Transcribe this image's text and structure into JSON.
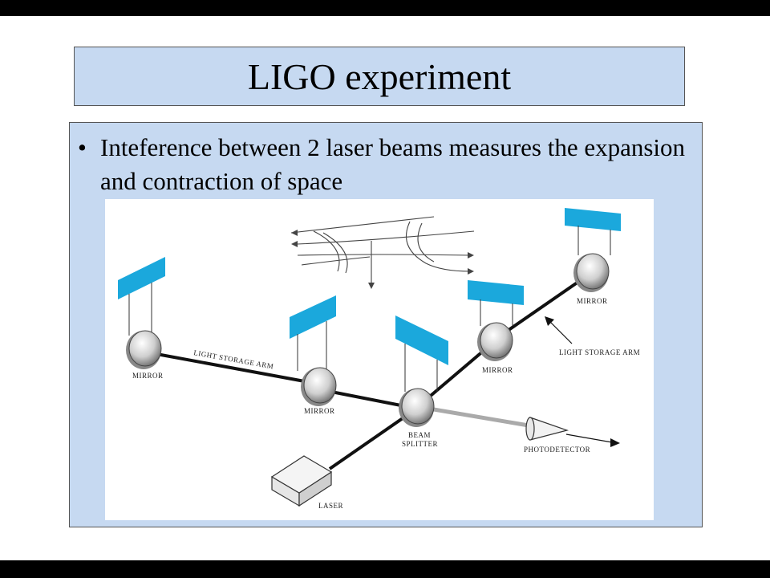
{
  "slide": {
    "title": "LIGO experiment",
    "bullet": "Inteference between 2 laser beams measures the expansion and contraction of space"
  },
  "diagram": {
    "labels": {
      "mirror_left": "MIRROR",
      "arm_left": "LIGHT STORAGE ARM",
      "mirror_inner_left": "MIRROR",
      "beam_splitter_line1": "BEAM",
      "beam_splitter_line2": "SPLITTER",
      "mirror_inner_right": "MIRROR",
      "mirror_right": "MIRROR",
      "arm_right": "LIGHT STORAGE ARM",
      "photodetector": "PHOTODETECTOR",
      "laser": "LASER"
    },
    "colors": {
      "mirror_panel": "#1ba8dc",
      "beam": "#111111",
      "output_beam": "#aaaaaa",
      "slide_panel": "#c6d9f1"
    }
  }
}
